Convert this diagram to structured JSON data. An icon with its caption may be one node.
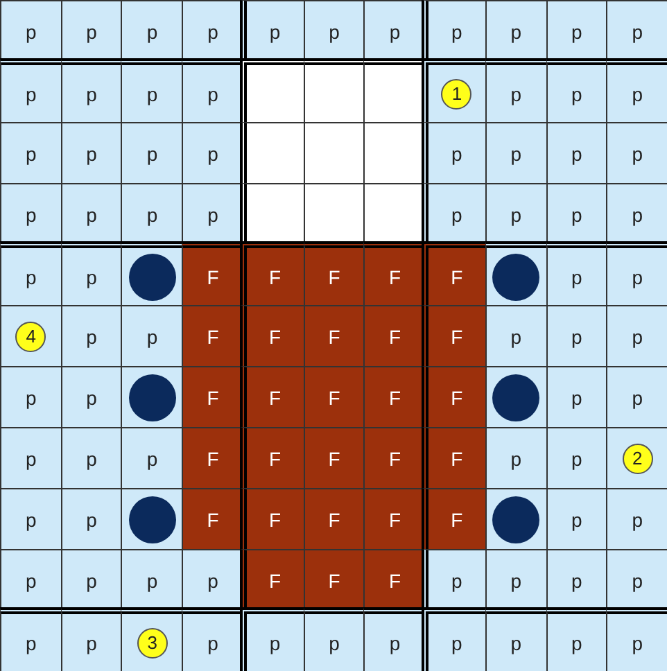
{
  "diagram": {
    "labels": [
      "p",
      "p",
      "p",
      "p",
      "p",
      "p",
      "p",
      "p",
      "p",
      "p",
      "p",
      "p",
      "p",
      "p",
      "p",
      "1",
      "p",
      "p",
      "p",
      "p",
      "p",
      "p",
      "p",
      "p",
      "p",
      "p",
      "p",
      "p",
      "p",
      "p",
      "p",
      "p",
      "p",
      "p",
      "p",
      "p",
      "p",
      "F",
      "F",
      "F",
      "F",
      "F",
      "p",
      "p",
      "4",
      "p",
      "p",
      "F",
      "F",
      "F",
      "F",
      "F",
      "p",
      "p",
      "p",
      "p",
      "p",
      "F",
      "F",
      "F",
      "F",
      "F",
      "p",
      "p",
      "p",
      "p",
      "p",
      "F",
      "F",
      "F",
      "F",
      "F",
      "p",
      "p",
      "2",
      "p",
      "p",
      "F",
      "F",
      "F",
      "F",
      "F",
      "p",
      "p",
      "p",
      "p",
      "p",
      "p",
      "F",
      "F",
      "F",
      "p",
      "p",
      "p",
      "p",
      "p",
      "p",
      "3",
      "p",
      "p",
      "p",
      "p",
      "p",
      "p",
      "p",
      "p"
    ]
  }
}
